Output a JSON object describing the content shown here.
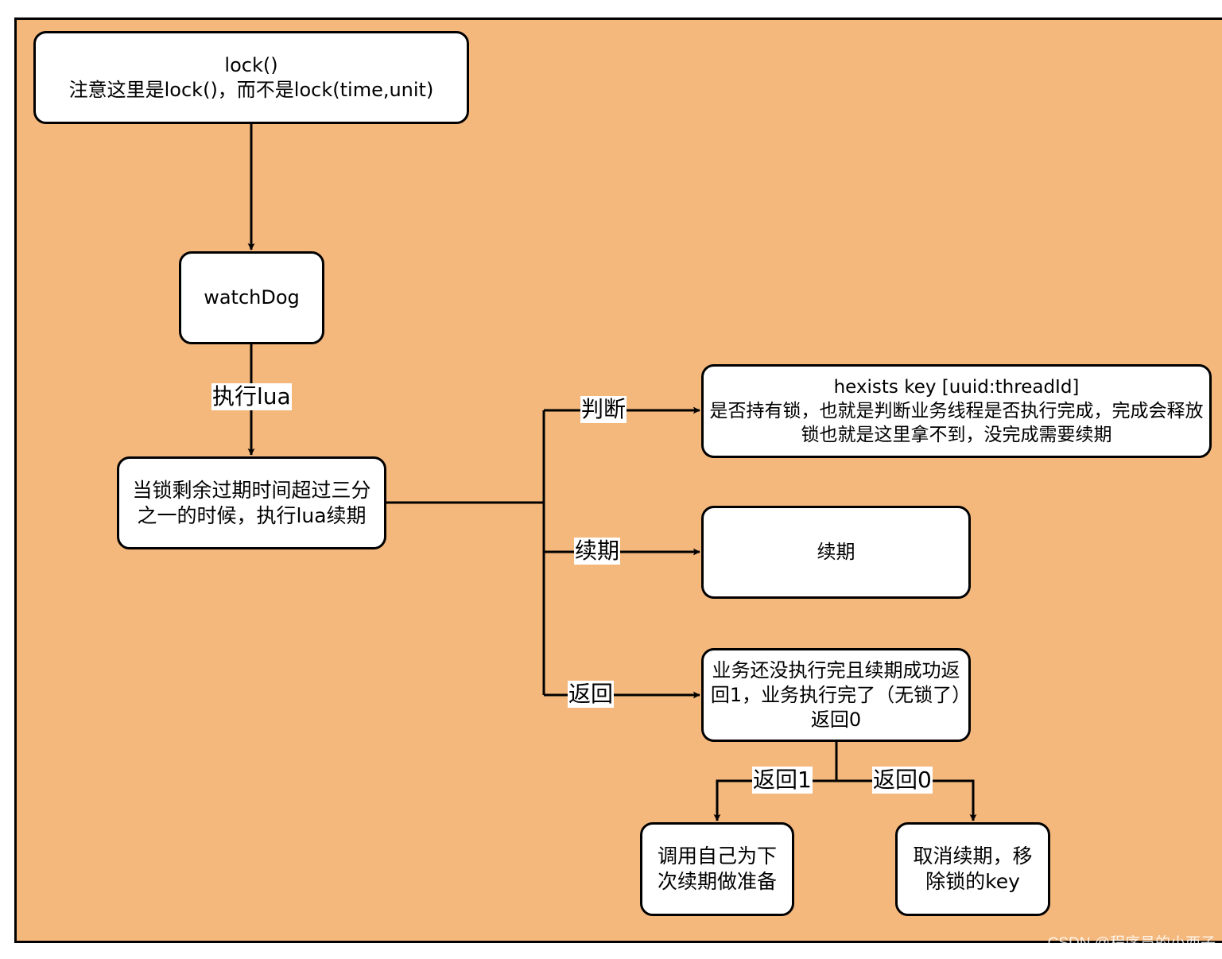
{
  "colors": {
    "panel_background": "#f4b87d",
    "node_fill": "#ffffff",
    "stroke": "#000000"
  },
  "nodes": {
    "lock": "lock()\n注意这里是lock()，而不是lock(time,unit)",
    "watchdog": "watchDog",
    "condition": "当锁剩余过期时间超过三分之一的时候，执行lua续期",
    "hexists": "hexists key [uuid:threadId]\n是否持有锁，也就是判断业务线程是否执行完成，完成会释放锁也就是这里拿不到，没完成需要续期",
    "renew": "续期",
    "return_value": "业务还没执行完且续期成功返回1，业务执行完了（无锁了）返回0",
    "schedule_next": "调用自己为下次续期做准备",
    "cancel_renew": "取消续期，移除锁的key"
  },
  "edges": {
    "exec_lua": "执行lua",
    "judge": "判断",
    "renew": "续期",
    "return": "返回",
    "return_1": "返回1",
    "return_0": "返回0"
  },
  "watermark": "CSDN @程序员的小西子"
}
